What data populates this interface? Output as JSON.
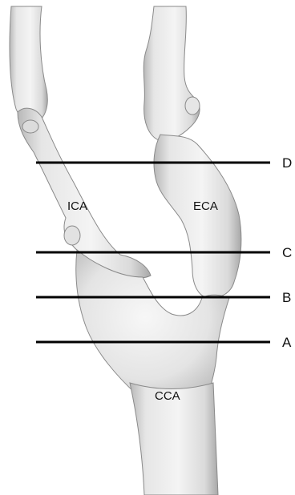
{
  "vessels": {
    "ica": "ICA",
    "eca": "ECA",
    "cca": "CCA"
  },
  "planes": {
    "d": "D",
    "c": "C",
    "b": "B",
    "a": "A"
  },
  "colors": {
    "vessel_fill": "#e9e9e9",
    "vessel_outline": "#8a8a8a",
    "section_line": "#000000"
  }
}
